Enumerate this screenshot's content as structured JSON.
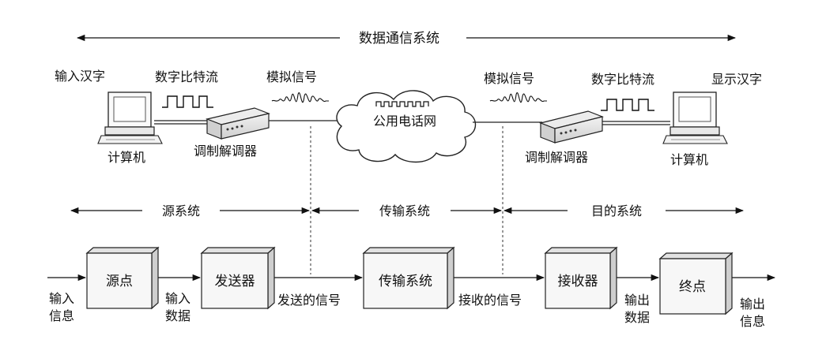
{
  "top": {
    "title": "数据通信系统",
    "left": {
      "input_label": "输入汉字",
      "bitstream_label": "数字比特流",
      "analog_label": "模拟信号",
      "computer_label": "计算机",
      "modem_label": "调制解调器"
    },
    "network_label": "公用电话网",
    "right": {
      "output_label": "显示汉字",
      "bitstream_label": "数字比特流",
      "analog_label": "模拟信号",
      "computer_label": "计算机",
      "modem_label": "调制解调器"
    }
  },
  "middle": {
    "source_system": "源系统",
    "transmission_system": "传输系统",
    "destination_system": "目的系统"
  },
  "bottom": {
    "blocks": {
      "source": "源点",
      "transmitter": "发送器",
      "transmission": "传输系统",
      "receiver": "接收器",
      "destination": "终点"
    },
    "labels": {
      "input_info_1": "输入",
      "input_info_2": "信息",
      "input_data_1": "输入",
      "input_data_2": "数据",
      "sent_signal": "发送的信号",
      "received_signal": "接收的信号",
      "output_data_1": "输出",
      "output_data_2": "数据",
      "output_info_1": "输出",
      "output_info_2": "信息"
    }
  },
  "colors": {
    "line": "#111111",
    "box_face": "#f7f7f7",
    "box_top": "#e2e2e2",
    "box_side": "#cfcfcf",
    "cloud": "#ffffff"
  }
}
